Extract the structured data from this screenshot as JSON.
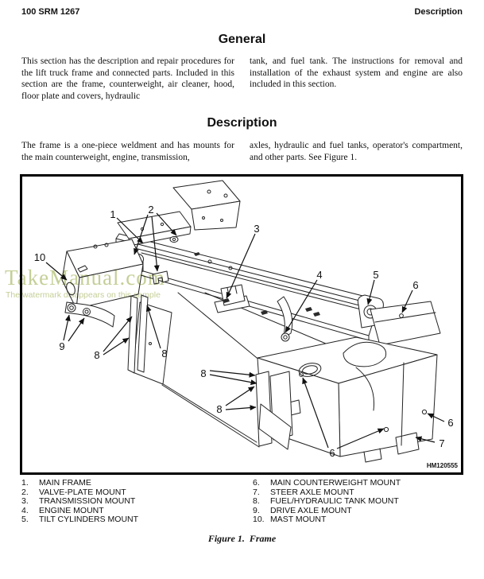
{
  "header": {
    "left": "100 SRM 1267",
    "right": "Description"
  },
  "general": {
    "title": "General",
    "col1": "This section has the description and repair procedures for the lift truck frame and connected parts. Included in this section are the frame, counterweight, air cleaner, hood, floor plate and covers, hydraulic",
    "col2": "tank, and fuel tank.  The instructions for removal and installation of the exhaust system and engine are also included in this section."
  },
  "description": {
    "title": "Description",
    "col1": "The frame is a one-piece weldment and has mounts for the main counterweight, engine, transmission,",
    "col2": "axles, hydraulic and fuel tanks, operator's compartment, and other parts. See Figure 1."
  },
  "figure": {
    "drawing_id": "HM120555",
    "caption": "Figure 1.  Frame",
    "watermark_line1": "TakeManual.com",
    "watermark_line2": "The watermark disappears on this sample",
    "watermark_color": "#c4cf97",
    "line_color": "#232323",
    "callout_labels": {
      "n1": "1",
      "n2": "2",
      "n3": "3",
      "n4": "4",
      "n5": "5",
      "n6": "6",
      "n7": "7",
      "n8": "8",
      "n9": "9",
      "n10": "10"
    },
    "legend_left": [
      {
        "num": "1.",
        "label": "MAIN FRAME"
      },
      {
        "num": "2.",
        "label": "VALVE-PLATE MOUNT"
      },
      {
        "num": "3.",
        "label": "TRANSMISSION MOUNT"
      },
      {
        "num": "4.",
        "label": "ENGINE MOUNT"
      },
      {
        "num": "5.",
        "label": "TILT CYLINDERS MOUNT"
      }
    ],
    "legend_right": [
      {
        "num": "6.",
        "label": "MAIN COUNTERWEIGHT MOUNT"
      },
      {
        "num": "7.",
        "label": "STEER AXLE MOUNT"
      },
      {
        "num": "8.",
        "label": "FUEL/HYDRAULIC TANK MOUNT"
      },
      {
        "num": "9.",
        "label": "DRIVE AXLE MOUNT"
      },
      {
        "num": "10.",
        "label": "MAST MOUNT"
      }
    ]
  }
}
